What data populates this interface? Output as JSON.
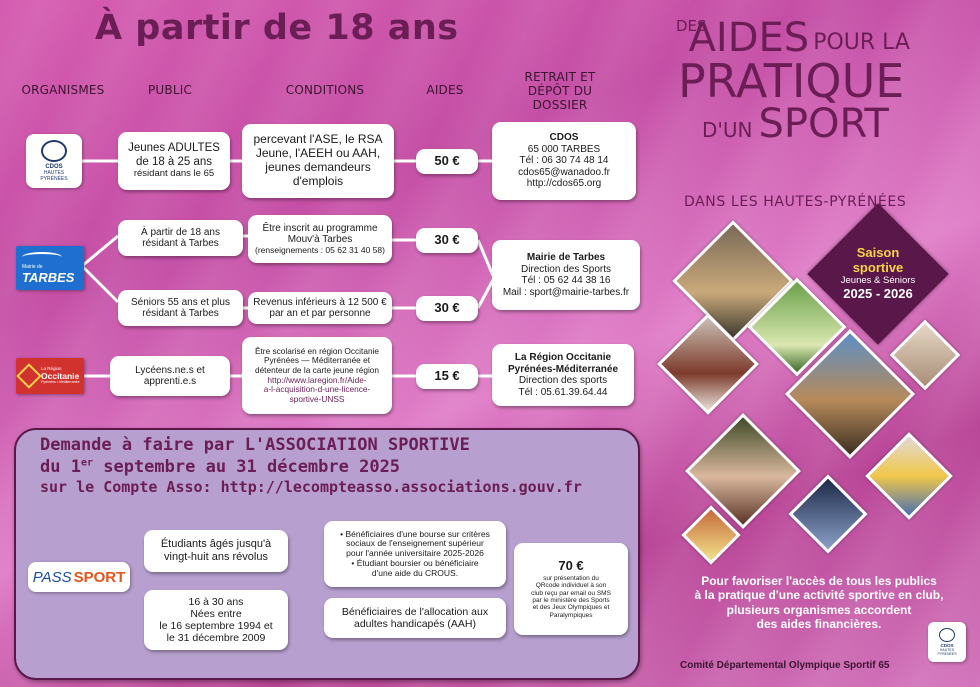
{
  "main_title": "À partir de 18 ans",
  "columns": {
    "organismes": "ORGANISMES",
    "public": "PUBLIC",
    "conditions": "CONDITIONS",
    "aides": "AIDES",
    "retrait_line1": "RETRAIT ET",
    "retrait_line2": "DÉPÔT DU",
    "retrait_line3": "DOSSIER"
  },
  "rows": {
    "cdos": {
      "logo_line1": "CDOS",
      "logo_line2": "HAUTES",
      "logo_line3": "PYRÉNÉES",
      "public_line1": "Jeunes ADULTES",
      "public_line2": "de 18 à 25 ans",
      "public_line3": "résidant dans le 65",
      "cond_line1": "percevant l'ASE, le RSA",
      "cond_line2": "Jeune, l'AEEH ou AAH,",
      "cond_line3": "jeunes demandeurs",
      "cond_line4": "d'emplois",
      "amount": "50 €",
      "ret_line1": "CDOS",
      "ret_line2": "65 000 TARBES",
      "ret_line3": "Tél : 06 30 74 48 14",
      "ret_line4": "cdos65@wanadoo.fr",
      "ret_line5": "http://cdos65.org"
    },
    "tarbes": {
      "logo_line1": "Mairie de",
      "logo_line2": "TARBES",
      "public1_line1": "À partir de 18 ans",
      "public1_line2": "résidant à Tarbes",
      "cond1_line1": "Être inscrit au programme",
      "cond1_line2": "Mouv'à Tarbes",
      "cond1_line3": "(renseignements : 05 62 31 40 58)",
      "amount1": "30 €",
      "public2_line1": "Séniors 55 ans et plus",
      "public2_line2": "résidant à Tarbes",
      "cond2_line1": "Revenus inférieurs à 12 500 €",
      "cond2_line2": "par an et par personne",
      "amount2": "30 €",
      "ret_line1": "Mairie de Tarbes",
      "ret_line2": "Direction des Sports",
      "ret_line3": "Tél : 05 62 44 38 16",
      "ret_line4": "Mail : sport@mairie-tarbes.fr"
    },
    "occitanie": {
      "logo_line1": "La Région",
      "logo_line2": "Occitanie",
      "logo_line3": "Pyrénées • Méditerranée",
      "public_line1": "Lycéens.ne.s et",
      "public_line2": "apprenti.e.s",
      "cond_line1": "Être scolarisé en région Occitanie",
      "cond_line2": "Pyrénées — Méditerranée et",
      "cond_line3": "détenteur de la carte jeune région",
      "cond_link1": "http://www.laregion.fr/Aide-",
      "cond_link2": "a-l-acquisition-d-une-licence-",
      "cond_link3": "sportive-UNSS",
      "amount": "15 €",
      "ret_line1": "La Région Occitanie",
      "ret_line2": "Pyrénées-Méditerranée",
      "ret_line3": "Direction des sports",
      "ret_line4": "Tél : 05.61.39.64.44"
    }
  },
  "asso": {
    "line1": "Demande à faire par L'ASSOCIATION SPORTIVE",
    "line2_pre": "du 1",
    "line2_sup": "er",
    "line2_post": " septembre au 31 décembre 2025",
    "line3": "sur le Compte Asso: http://lecompteasso.associations.gouv.fr"
  },
  "pass": {
    "logo_pass": "PASS",
    "logo_sport": "SPORT",
    "public1_line1": "Étudiants âgés jusqu'à",
    "public1_line2": "vingt-huit ans révolus",
    "public2_line1": "16 à 30 ans",
    "public2_line2": "Nées entre",
    "public2_line3": "le 16 septembre 1994 et",
    "public2_line4": "le 31 décembre 2009",
    "cond1_line1": "• Bénéficiaires d'une bourse sur critères",
    "cond1_line2": "sociaux de l'enseignement supérieur",
    "cond1_line3": "pour l'année universitaire 2025-2026",
    "cond1_line4": "• Étudiant boursier ou bénéficiaire",
    "cond1_line5": "d'une aide du CROUS.",
    "cond2_line1": "Bénéficiaires de l'allocation aux",
    "cond2_line2": "adultes handicapés (AAH)",
    "amount": "70 €",
    "amt_line1": "sur présentation du",
    "amt_line2": "QRcode individuel à son",
    "amt_line3": "club reçu par email ou SMS",
    "amt_line4": "par le ministère des Sports",
    "amt_line5": "et des Jeux Olympiques et",
    "amt_line6": "Paralympiques"
  },
  "right": {
    "title_line1_small": "DES",
    "title_line1_big": "AIDES",
    "title_line1_small2": "POUR LA",
    "title_line2": "PRATIQUE",
    "title_line3_small": "D'UN",
    "title_line3_big": "SPORT",
    "subtitle": "DANS LES HAUTES-PYRÉNÉES",
    "season_line1": "Saison",
    "season_line2": "sportive",
    "season_line3": "Jeunes & Séniors",
    "season_line4": "2025 - 2026",
    "footer_line1": "Pour favoriser l'accès de tous les publics",
    "footer_line2": "à la pratique d'une activité sportive en club,",
    "footer_line3": "plusieurs organismes accordent",
    "footer_line4": "des aides financières.",
    "credit": "Comité Départemental Olympique Sportif 65",
    "logo_line1": "CDOS",
    "logo_line2": "HAUTES",
    "logo_line3": "PYRÉNÉES"
  },
  "colors": {
    "title": "#6b1d55",
    "amount_text": "#1b1b1b",
    "asso_bg": "#b79fcf",
    "tarbes_blue": "#1f6fd0",
    "occitanie_red": "#d2322d",
    "season_bg": "#5a1749",
    "link": "#6b1d55",
    "pass_orange": "#e8551c",
    "pass_blue": "#1d4e9e"
  }
}
